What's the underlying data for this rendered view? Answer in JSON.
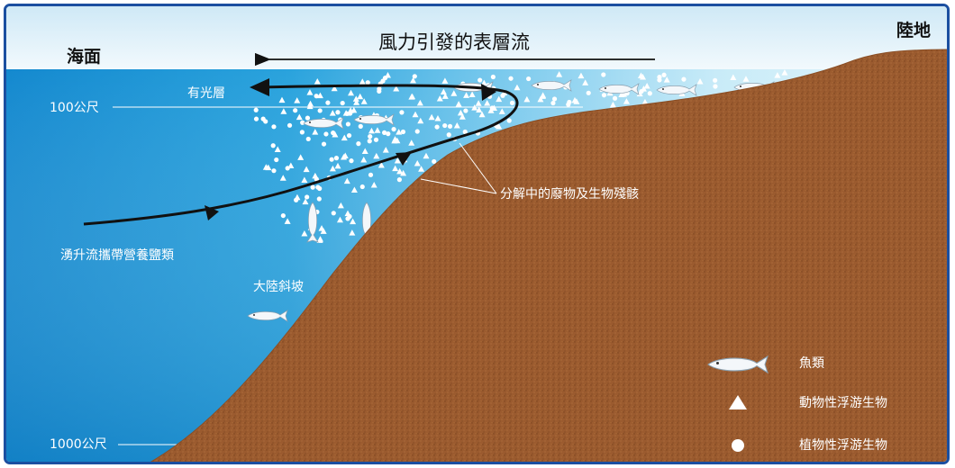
{
  "title": "風力引發的表層流",
  "sea_surface": "海面",
  "land": "陸地",
  "photic_zone": "有光層",
  "depth_100": "100公尺",
  "depth_1000": "1000公尺",
  "upwelling": "湧升流攜帶營養鹽類",
  "slope": "大陸斜坡",
  "decomposing": "分解中的廢物及生物殘骸",
  "legend": {
    "fish": "魚類",
    "zooplankton": "動物性浮游生物",
    "phytoplankton": "植物性浮游生物"
  },
  "colors": {
    "sky": "#d9eef8",
    "ocean_deep": "#1a93d6",
    "ocean_light": "#a7dcf3",
    "land": "#9a5a2e",
    "frame": "#1b4fa0"
  }
}
